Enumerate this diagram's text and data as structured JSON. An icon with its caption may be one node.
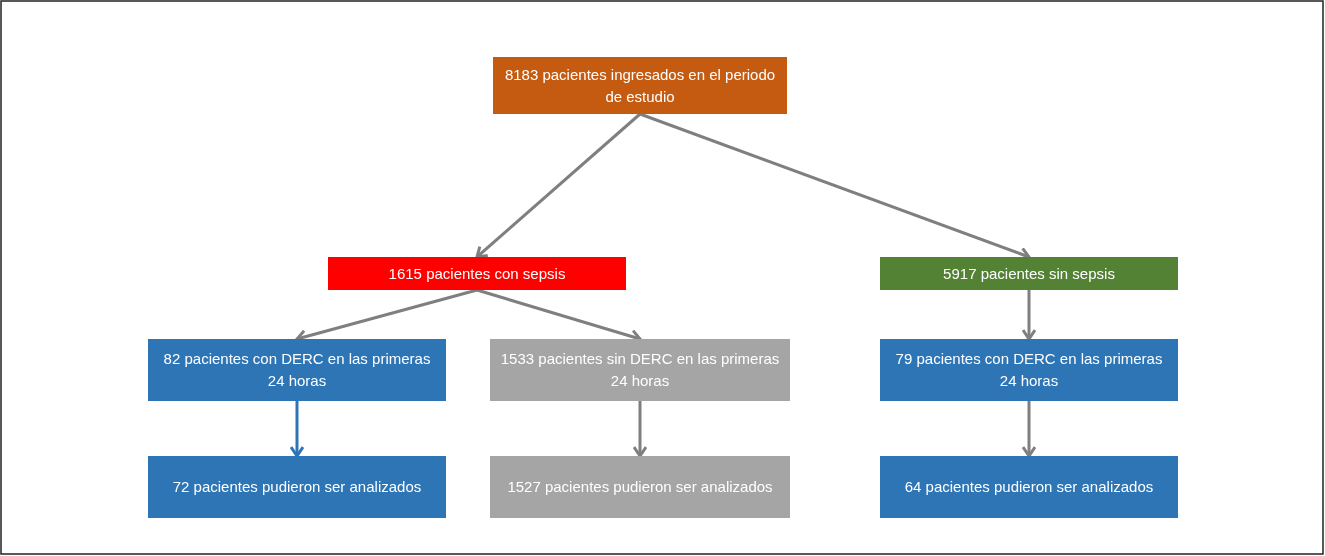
{
  "diagram": {
    "nodes": [
      {
        "text": [
          "8183 pacientes ingresados en el periodo de estudio"
        ]
      },
      {
        "text": [
          "1615 pacientes con sepsis"
        ]
      },
      {
        "text": [
          "5917 pacientes sin sepsis"
        ]
      },
      {
        "text": [
          "82 pacientes con DERC en las primeras 24 horas"
        ]
      },
      {
        "text": [
          "1533 pacientes sin DERC en las primeras 24 horas"
        ]
      },
      {
        "text": [
          "79 pacientes con DERC en las primeras 24 horas"
        ]
      },
      {
        "text": [
          "72 pacientes pudieron ser analizados"
        ]
      },
      {
        "text": [
          "1527 pacientes pudieron ser analizados"
        ]
      },
      {
        "text": [
          "64 pacientes pudieron ser analizados"
        ]
      }
    ],
    "edges": [
      {
        "from": 0,
        "to": 1,
        "arrow": "to"
      },
      {
        "from": 0,
        "to": 2,
        "arrow": "to"
      },
      {
        "from": 1,
        "to": 3,
        "arrow": "to"
      },
      {
        "from": 1,
        "to": 4,
        "arrow": "to"
      },
      {
        "from": 2,
        "to": 5,
        "arrow": "to"
      },
      {
        "from": 3,
        "to": 6,
        "arrow": "to",
        "color": "#2e75b6"
      },
      {
        "from": 4,
        "to": 7,
        "arrow": "to"
      },
      {
        "from": 5,
        "to": 8,
        "arrow": "to"
      }
    ]
  }
}
